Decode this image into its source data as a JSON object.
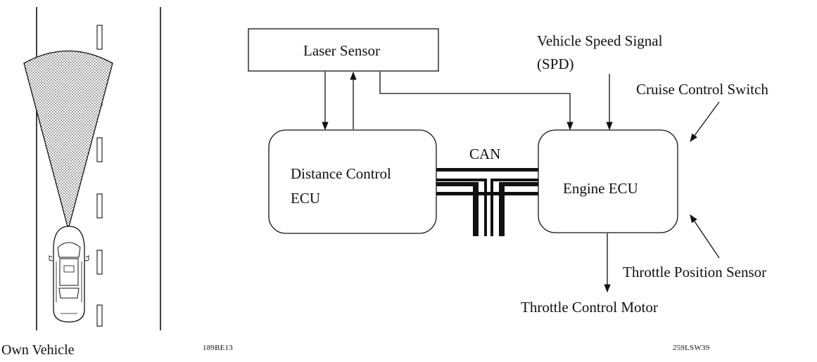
{
  "left_figure": {
    "caption": "Own Vehicle",
    "figure_code": "189BE13"
  },
  "block_diagram": {
    "laser_sensor": "Laser Sensor",
    "distance_ecu_line1": "Distance Control",
    "distance_ecu_line2": "ECU",
    "engine_ecu": "Engine ECU",
    "bus_label": "CAN",
    "speed_signal_line1": "Vehicle Speed Signal",
    "speed_signal_line2": "(SPD)",
    "cruise_switch": "Cruise Control Switch",
    "throttle_position": "Throttle Position Sensor",
    "throttle_motor": "Throttle Control Motor",
    "figure_code": "259LSW39"
  }
}
